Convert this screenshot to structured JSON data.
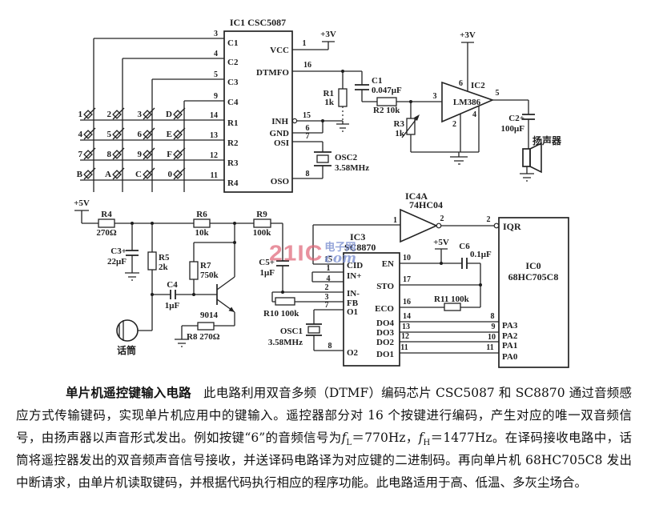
{
  "watermark": {
    "brand": "21IC",
    "site": "电子网",
    "suffix": "com",
    "pink": "#e0687a",
    "blue": "#7b8fd0"
  },
  "schematic": {
    "keys": [
      "1",
      "2",
      "3",
      "D",
      "4",
      "5",
      "6",
      "E",
      "7",
      "8",
      "9",
      "F",
      "B",
      "A",
      "C",
      "0"
    ],
    "num": {
      "1": "1",
      "2": "2",
      "3": "3",
      "4": "4",
      "5": "5",
      "6": "6",
      "7": "7",
      "8": "8",
      "9": "9",
      "10": "10",
      "11": "11",
      "12": "12",
      "13": "13",
      "14": "14",
      "15": "15",
      "16": "16",
      "17": "17"
    },
    "power": {
      "p3v": "+3V",
      "p5v": "+5V"
    },
    "ic1": {
      "title": "IC1 CSC5087",
      "left": [
        "C1",
        "C2",
        "C3",
        "C4",
        "R1",
        "R2",
        "R3",
        "R4"
      ],
      "right": [
        "VCC",
        "DTMFO",
        "INH",
        "GND",
        "OSI",
        "OSO"
      ]
    },
    "ic2": {
      "name": "IC2",
      "chip": "LM386"
    },
    "ic3": {
      "name": "IC3",
      "chip": "SC8870",
      "left": [
        "CID",
        "IN+",
        "IN-",
        "FB",
        "O1",
        "O2"
      ],
      "right": [
        "EN",
        "STO",
        "ECO",
        "DO4",
        "DO3",
        "DO2",
        "DO1"
      ]
    },
    "ic4": {
      "name": "IC4A",
      "chip": "74HC04"
    },
    "ic0": {
      "name": "IC0",
      "chip": "68HC705C8",
      "irq": "IQR",
      "ports": [
        "PA3",
        "PA2",
        "PA1",
        "PA0"
      ]
    },
    "parts": {
      "r1": "R1",
      "r1v": "1k",
      "c1": "C1",
      "c1v": "0.047μF",
      "r2": "R2 10k",
      "r3": "R3",
      "r3v": "1k",
      "c2": "C2+",
      "c2v": "100μF",
      "speaker": "扬声器",
      "osc2": "OSC2",
      "osc2v": "3.58MHz",
      "r4": "R4",
      "r4v": "270Ω",
      "r6": "R6",
      "r6v": "10k",
      "r9": "R9",
      "r9v": "100k",
      "c3": "C3+",
      "c3v": "22μF",
      "r5": "R5",
      "r5v": "2k",
      "r7": "R7",
      "r7v": "750k",
      "c4": "C4",
      "c4v": "1μF",
      "q1": "9014",
      "r8": "R8 270Ω",
      "mic": "话筒",
      "c5": "C5+",
      "c5v": "1μF",
      "r10": "R10 100k",
      "osc1": "OSC1",
      "osc1v": "3.58MHz",
      "c6": "C6",
      "c6v": "0.1μF",
      "r11": "R11 100k"
    }
  },
  "caption": {
    "title": "单片机遥控键输入电路",
    "seg1": "此电路利用双音多频（DTMF）编码芯片 CSC5087 和 SC8870 通过音频感应方式传输键码，实现单片机应用中的键输入。遥控器部分对 16 个按键进行编码，产生对应的唯一双音频信号，由扬声器以声音形式发出。例如按键“6”的音频信号为",
    "f": "f",
    "sub_low": "L",
    "seg2": "＝770Hz，",
    "sub_high": "H",
    "seg3": "＝1477Hz。在译码接收电路中，话筒将遥控器发出的双音频声音信号接收，并送译码电路译为对应键的二进制码。再向单片机 68HC705C8 发出中断请求，由单片机读取键码，并根据代码执行相应的程序功能。此电路适用于高、低温、多灰尘场合。"
  }
}
